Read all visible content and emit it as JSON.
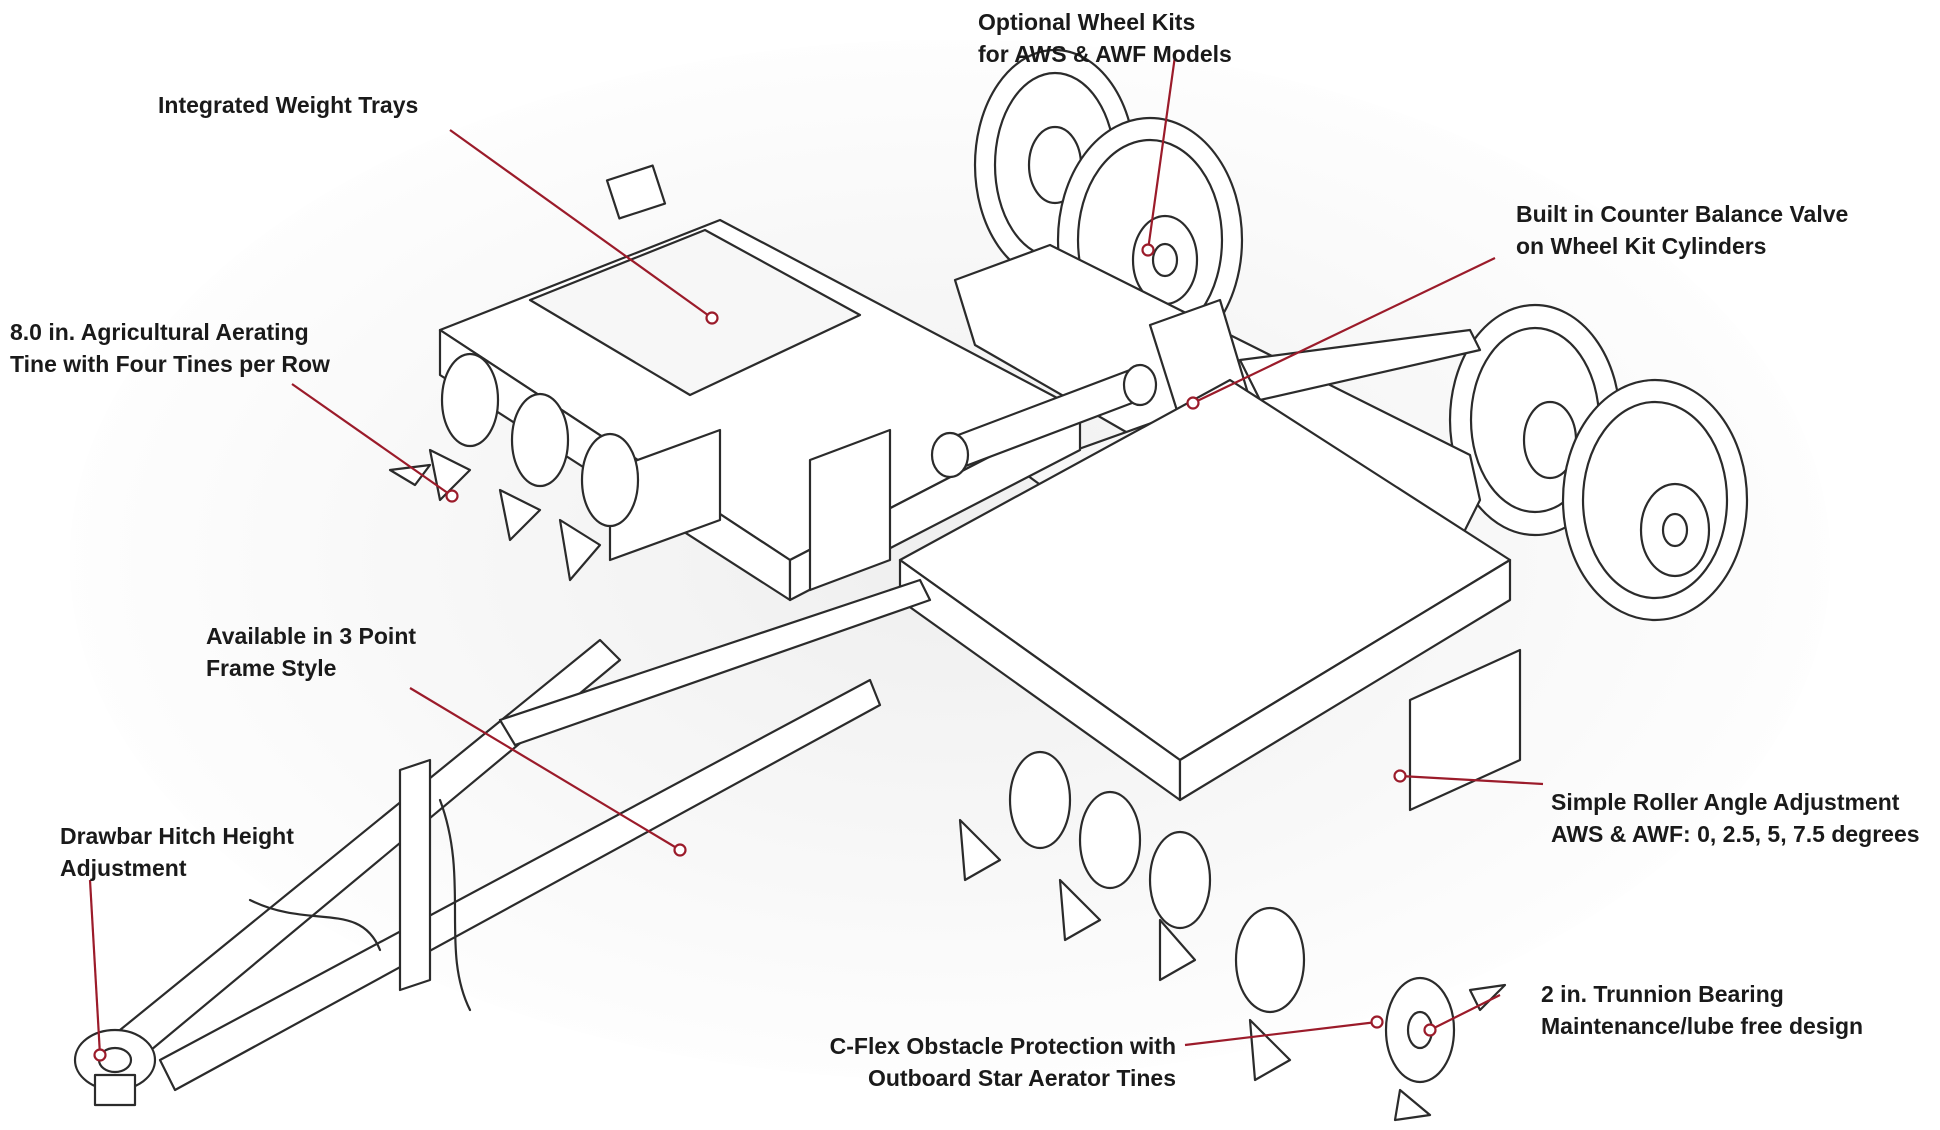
{
  "callouts": {
    "wheel_kits": {
      "line1": "Optional Wheel Kits",
      "line2": "for AWS & AWF Models"
    },
    "weight_trays": {
      "line1": "Integrated Weight Trays"
    },
    "counter_balance": {
      "line1": "Built in Counter Balance Valve",
      "line2": "on Wheel Kit Cylinders"
    },
    "aerating_tine": {
      "line1": "8.0 in. Agricultural Aerating",
      "line2": "Tine with Four Tines per Row"
    },
    "frame_style": {
      "line1": "Available in 3 Point",
      "line2": "Frame Style"
    },
    "roller_angle": {
      "line1": "Simple Roller Angle Adjustment",
      "line2": "AWS & AWF: 0, 2.5, 5, 7.5 degrees"
    },
    "drawbar": {
      "line1": "Drawbar Hitch Height",
      "line2": "Adjustment"
    },
    "trunnion": {
      "line1": "2 in. Trunnion Bearing",
      "line2": "Maintenance/lube free design"
    },
    "c_flex": {
      "line1": "C-Flex Obstacle Protection with",
      "line2": "Outboard Star Aerator Tines"
    }
  },
  "colors": {
    "leader": "#9b1b2a",
    "text": "#1a1a1a",
    "line_art": "#2b2b2b",
    "background": "#ffffff",
    "shading": "#f1f1f1"
  }
}
